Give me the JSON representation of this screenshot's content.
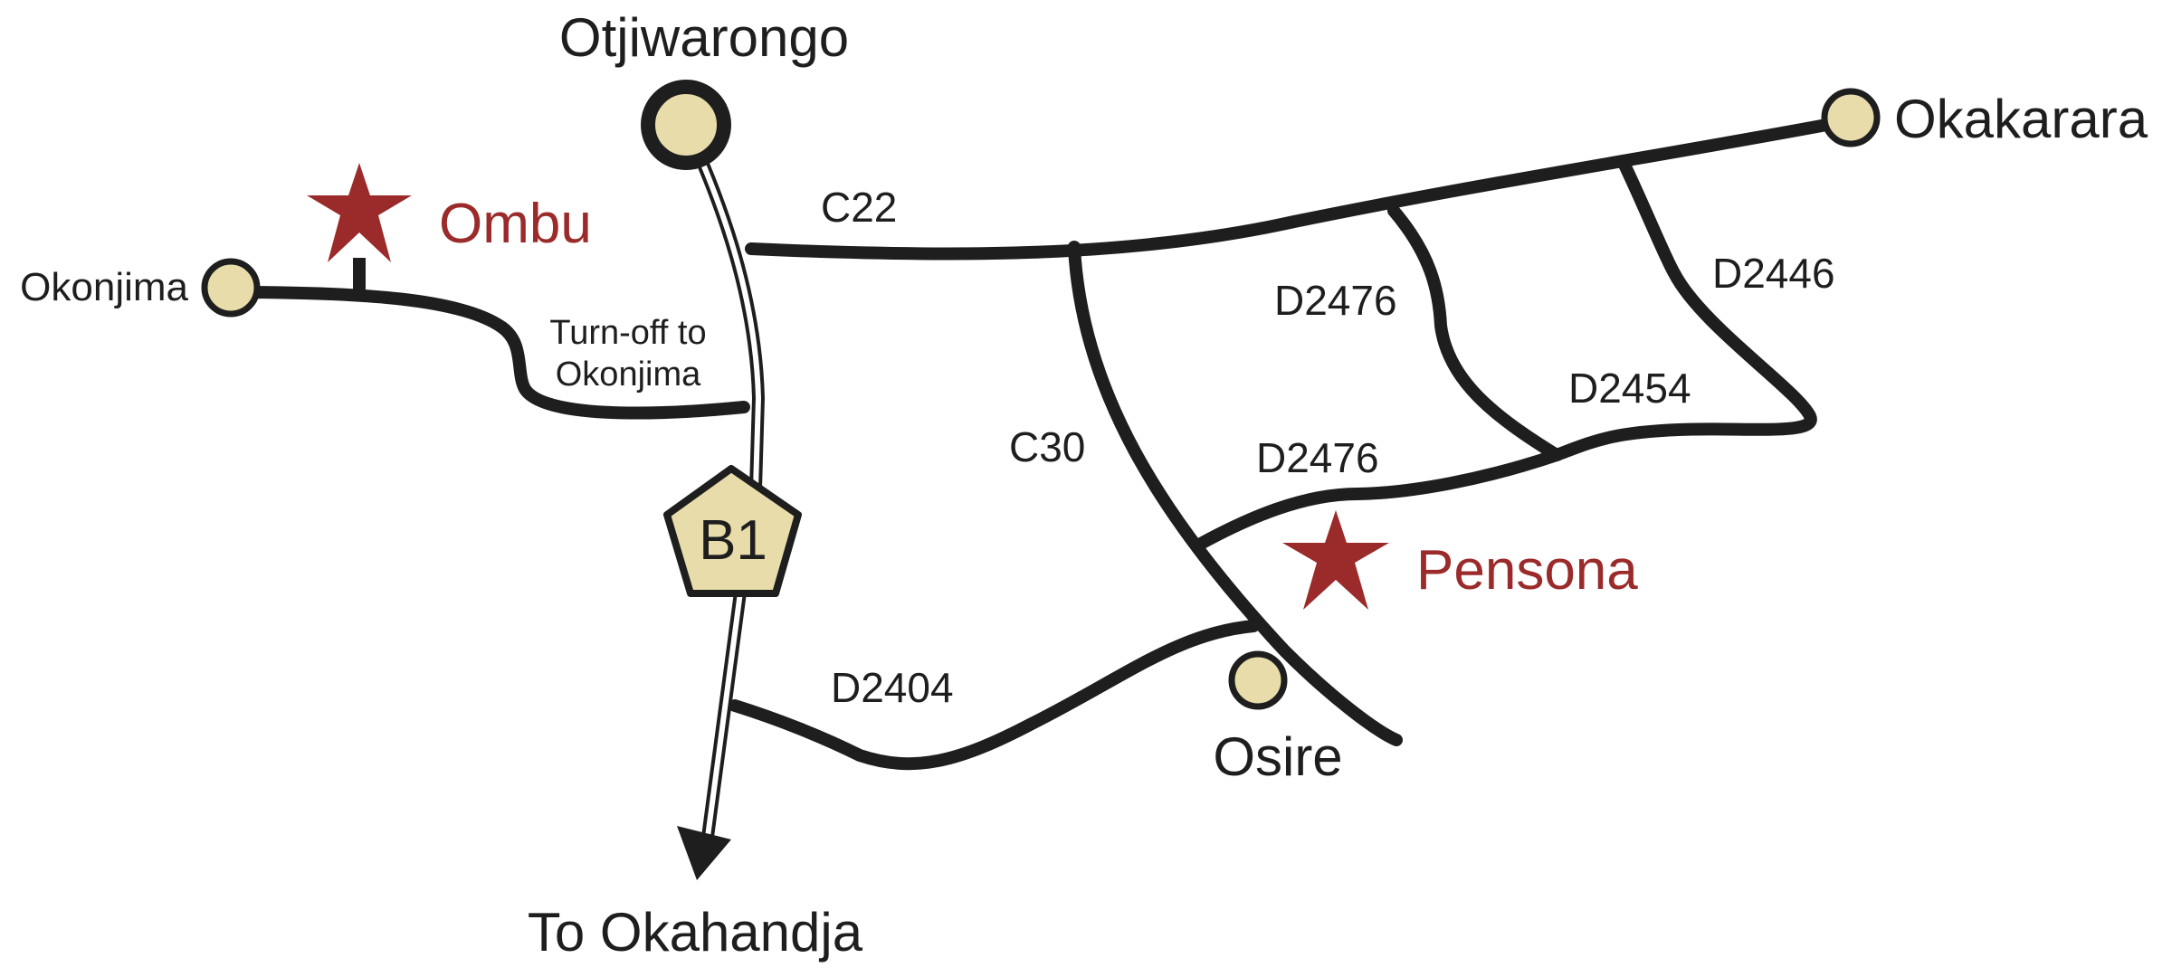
{
  "colors": {
    "road": "#1e1e1e",
    "town_fill": "#e8dcaa",
    "lodge": "#9b2a2a",
    "background": "#ffffff"
  },
  "towns": {
    "otjiwarongo": "Otjiwarongo",
    "okakarara": "Okakarara",
    "okonjima": "Okonjima",
    "osire": "Osire",
    "okahandja": "To Okahandja"
  },
  "lodges": {
    "ombu": "Ombu",
    "pensona": "Pensona"
  },
  "roads": {
    "c22": "C22",
    "c30": "C30",
    "d2476_north": "D2476",
    "d2476_south": "D2476",
    "d2446": "D2446",
    "d2454": "D2454",
    "d2404": "D2404",
    "b1": "B1"
  },
  "annotations": {
    "turnoff_line1": "Turn-off to",
    "turnoff_line2": "Okonjima"
  },
  "icons": {
    "lodge_marker": "star-icon",
    "route_shield": "pentagon-shield-icon",
    "direction": "arrow-down-icon",
    "town_marker": "circle-icon"
  }
}
